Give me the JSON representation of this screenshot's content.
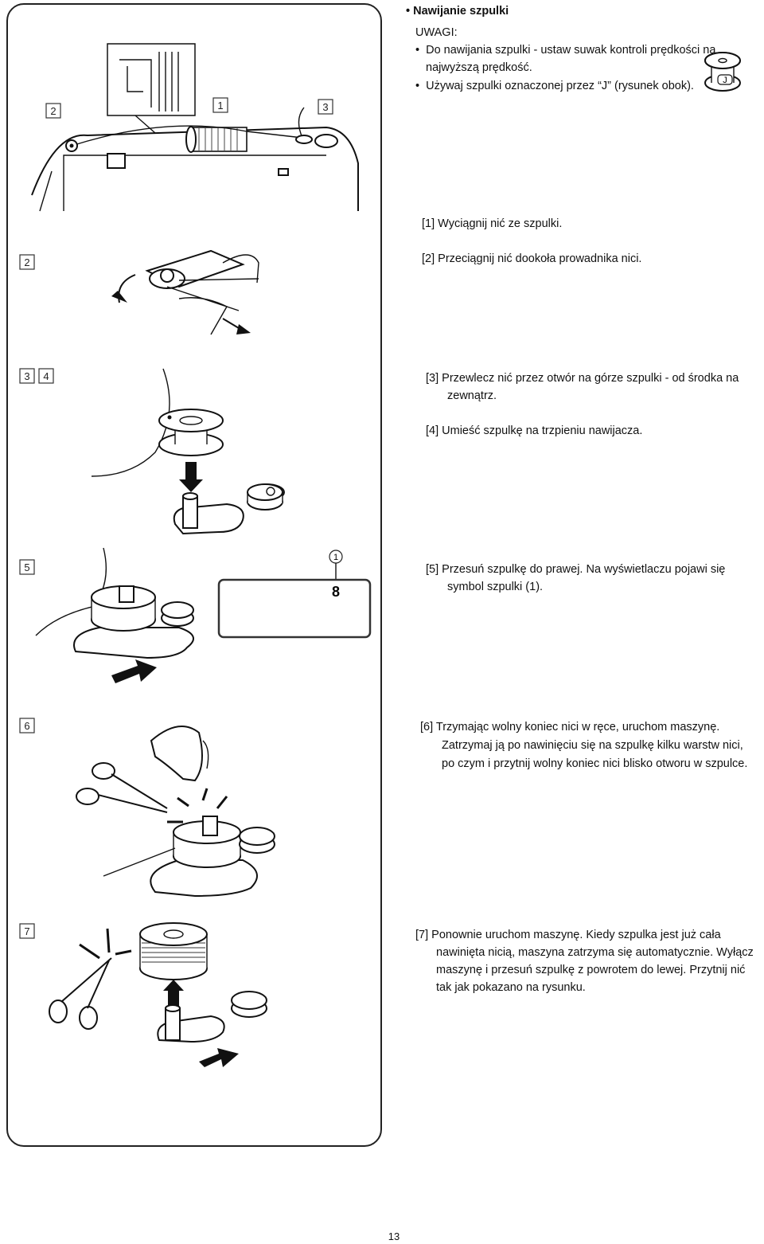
{
  "section": {
    "title": "Nawijanie szpulki",
    "note_label": "UWAGI:",
    "notes": [
      "Do nawijania szpulki - ustaw suwak kontroli prędkości na",
      "najwyższą prędkość.",
      "Używaj szpulki oznaczonej przez “J” (rysunek obok)."
    ],
    "bobbin_mark": "J"
  },
  "figure_labels": {
    "top": [
      "2",
      "1",
      "3"
    ],
    "step2": "2",
    "step34": [
      "3",
      "4"
    ],
    "step5": "5",
    "step5_circle": "1",
    "step5_display": "8",
    "step6": "6",
    "step7": "7"
  },
  "steps": {
    "s1": "[1] Wyciągnij nić ze szpulki.",
    "s2": "[2] Przeciągnij nić dookoła prowadnika nici.",
    "s3_line1": "[3] Przewlecz nić przez otwór na górze szpulki - od środka na",
    "s3_line2": "zewnątrz.",
    "s4": "[4] Umieść szpulkę na trzpieniu nawijacza.",
    "s5_line1": "[5] Przesuń szpulkę do prawej. Na wyświetlaczu pojawi się",
    "s5_line2": "symbol szpulki (1).",
    "s6_line1": "[6] Trzymając wolny koniec nici w ręce, uruchom maszynę.",
    "s6_line2": "Zatrzymaj ją po nawinięciu się na szpulkę kilku warstw nici,",
    "s6_line3": "po czym i przytnij wolny koniec nici blisko otworu w szpulce.",
    "s7_line1": "[7] Ponownie uruchom maszynę. Kiedy szpulka jest już cała",
    "s7_line2": "nawinięta nicią, maszyna zatrzyma się automatycznie. Wyłącz",
    "s7_line3": "maszynę i przesuń szpulkę z powrotem do lewej. Przytnij nić",
    "s7_line4": "tak jak pokazano na rysunku."
  },
  "page_number": "13"
}
